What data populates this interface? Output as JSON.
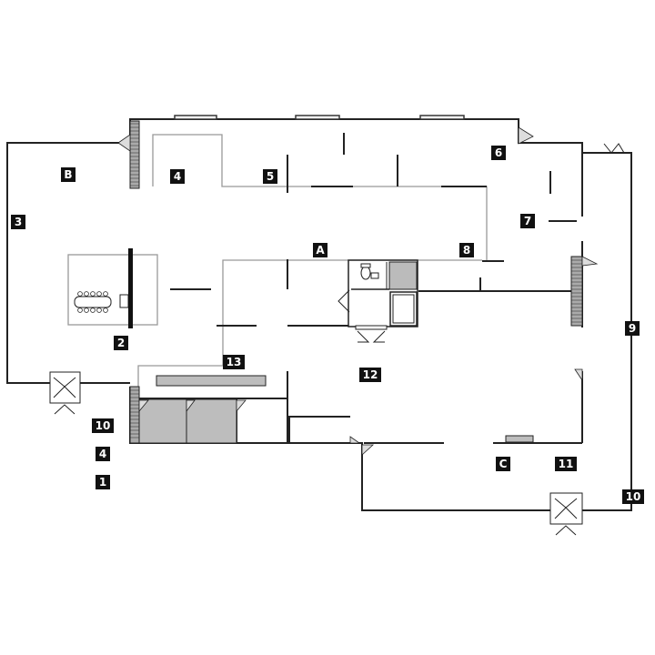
{
  "labels": {
    "B": "B",
    "three": "3",
    "four_top": "4",
    "five": "5",
    "six": "6",
    "seven": "7",
    "eight": "8",
    "A": "A",
    "two": "2",
    "thirteen": "13",
    "twelve": "12",
    "nine": "9",
    "C": "C",
    "eleven": "11",
    "ten_right": "10",
    "ten_left": "10",
    "four_left": "4",
    "one": "1"
  }
}
